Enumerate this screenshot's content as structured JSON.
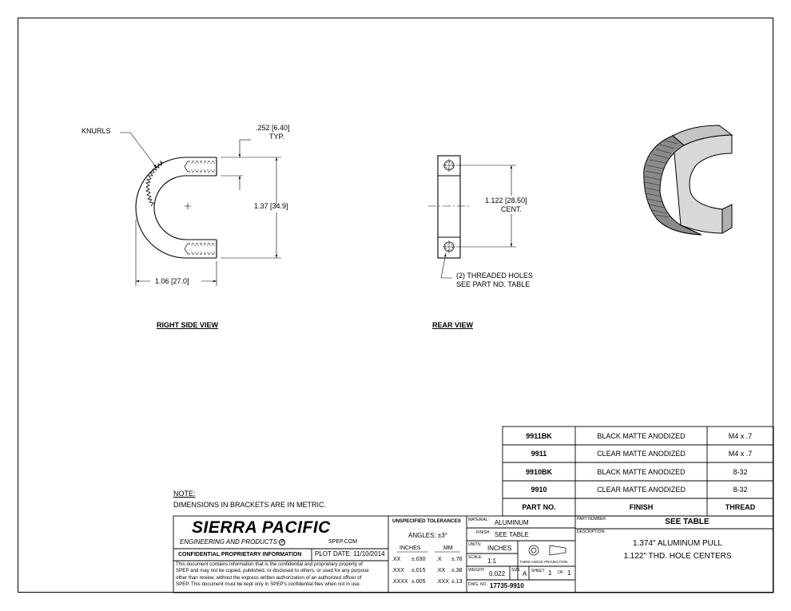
{
  "views": {
    "right_side": {
      "label": "RIGHT SIDE VIEW",
      "knurls": "KNURLS",
      "dim_typ_1": ".252",
      "dim_typ_2": "6.40",
      "dim_typ_3": "TYP.",
      "dim_height_1": "1.37",
      "dim_height_2": "34.9",
      "dim_width_1": "1.06",
      "dim_width_2": "27.0"
    },
    "rear": {
      "label": "REAR VIEW",
      "dim_cent_1": "1.122",
      "dim_cent_2": "28.50",
      "dim_cent_3": "CENT.",
      "holes_1": "(2) THREADED HOLES",
      "holes_2": "SEE PART NO. TABLE"
    }
  },
  "note": {
    "title": "NOTE:",
    "text": "DIMENSIONS IN BRACKETS ARE IN METRIC."
  },
  "parts_table": {
    "rows": [
      {
        "part": "9911BK",
        "finish": "BLACK MATTE ANODIZED",
        "thread": "M4 x .7"
      },
      {
        "part": "9911",
        "finish": "CLEAR MATTE ANODIZED",
        "thread": "M4 x .7"
      },
      {
        "part": "9910BK",
        "finish": "BLACK MATTE ANODIZED",
        "thread": "8-32"
      },
      {
        "part": "9910",
        "finish": "CLEAR MATTE ANODIZED",
        "thread": "8-32"
      }
    ],
    "headers": {
      "part": "PART NO.",
      "finish": "FINISH",
      "thread": "THREAD"
    }
  },
  "title_block": {
    "company": "SIERRA PACIFIC",
    "company_sub": "ENGINEERING AND PRODUCTS",
    "registered": "R",
    "website": "SPEP.COM",
    "confidential": "CONFIDENTIAL PROPRIETARY INFORMATION",
    "plot_date": "PLOT DATE: 11/10/2014",
    "conf_lines": [
      "This document contains information that is the confidential and proprietary property of",
      "SPEP and may not be copied, published, or disclosed to others, or used for any purpose",
      "other than review, without the express written authorization of an authorized officer of",
      "SPEP. This document must be kept only in SPEP's confidential files when not in use."
    ],
    "tolerances": {
      "title": "UNSPECIFIED TOLERANCES",
      "angles": "ANGLES: ±3°",
      "inches": "INCHES",
      "mm": "MM",
      "rows": [
        {
          "in_k": ".XX",
          "in_v": "±.030",
          "mm_k": ".X",
          "mm_v": "±.76"
        },
        {
          "in_k": ".XXX",
          "in_v": "±.015",
          "mm_k": ".XX",
          "mm_v": "±.38"
        },
        {
          "in_k": ".XXXX",
          "in_v": "±.005",
          "mm_k": ".XXX",
          "mm_v": "±.13"
        }
      ]
    },
    "material_label": "MATERIAL:",
    "material": "ALUMINUM",
    "finish_label": "FINISH:",
    "finish": "SEE TABLE",
    "units_label": "UNITS:",
    "units": "INCHES",
    "scale_label": "SCALE:",
    "scale": "1:1",
    "third_angle": "THIRD ANGLE PROJECTION",
    "weight_label": "WEIGHT:",
    "weight": "0.022",
    "size_label": "SIZE",
    "size": "A",
    "sheet_label": "SHEET",
    "sheet": "1",
    "of_label": "OF",
    "sheet_total": "1",
    "dwg_label": "DWG. NO.",
    "dwg_no": "17735-9910",
    "part_number_label": "PART NUMBER:",
    "part_number": "SEE TABLE",
    "description_label": "DESCRIPTION:",
    "description_1": "1.374\" ALUMINUM PULL",
    "description_2": "1.122\" THD. HOLE CENTERS"
  }
}
